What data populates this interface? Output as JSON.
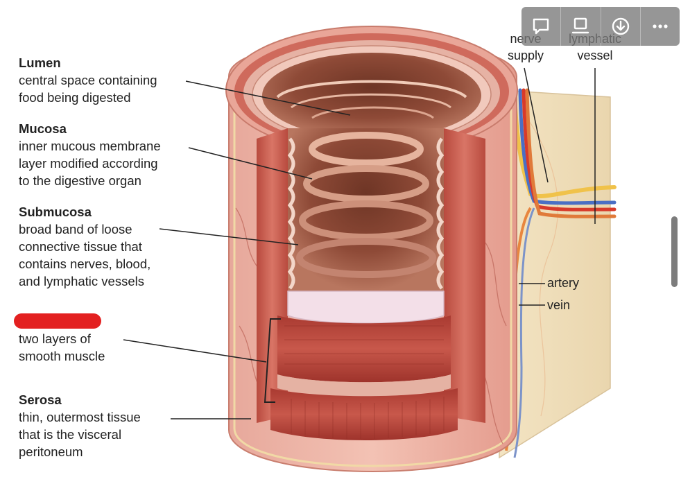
{
  "labels": {
    "lumen": {
      "heading": "Lumen",
      "description": "central space containing\nfood being digested"
    },
    "mucosa": {
      "heading": "Mucosa",
      "description": "inner mucous membrane\nlayer modified according\nto the digestive organ"
    },
    "submucosa": {
      "heading": "Submucosa",
      "description": "broad band of loose\nconnective tissue that\ncontains nerves, blood,\nand lymphatic vessels"
    },
    "muscularis": {
      "description": "two layers of\nsmooth muscle"
    },
    "serosa": {
      "heading": "Serosa",
      "description": "thin, outermost tissue\nthat is the visceral\nperitoneum"
    }
  },
  "side_labels": {
    "nerve": "nerve\nsupply",
    "lymph": "lymphatic\nvessel",
    "artery": "artery",
    "vein": "vein"
  },
  "toolbar": {
    "icons": [
      "comment-icon",
      "slideshow-icon",
      "download-icon",
      "more-icon"
    ]
  },
  "colors": {
    "redaction": "#e32020",
    "tissue_outer": "#e3a193",
    "muscle": "#b8443a",
    "mesentery": "#f2e3c2",
    "nerve": "#f0c24a",
    "lymph": "#e07a3a",
    "vein": "#4a6fc4",
    "artery": "#d83a2a"
  }
}
